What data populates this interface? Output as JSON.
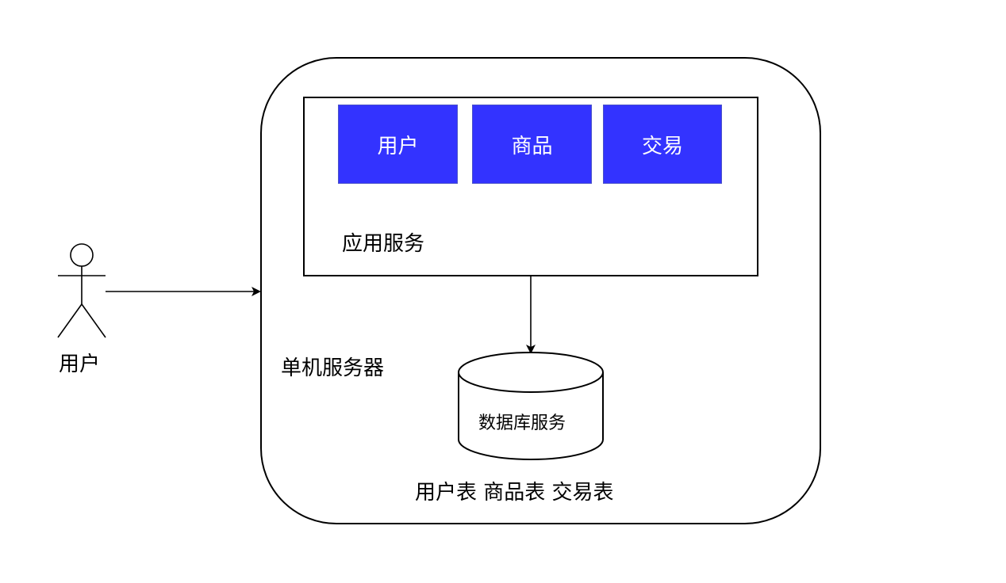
{
  "actor": {
    "label": "用户"
  },
  "server": {
    "label": "单机服务器"
  },
  "app_service": {
    "label": "应用服务",
    "modules": [
      {
        "label": "用户"
      },
      {
        "label": "商品"
      },
      {
        "label": "交易"
      }
    ]
  },
  "database": {
    "label": "数据库服务",
    "tables_label": "用户表 商品表 交易表"
  },
  "colors": {
    "module_fill": "#3333ff",
    "module_text": "#ffffff",
    "stroke": "#000000"
  }
}
